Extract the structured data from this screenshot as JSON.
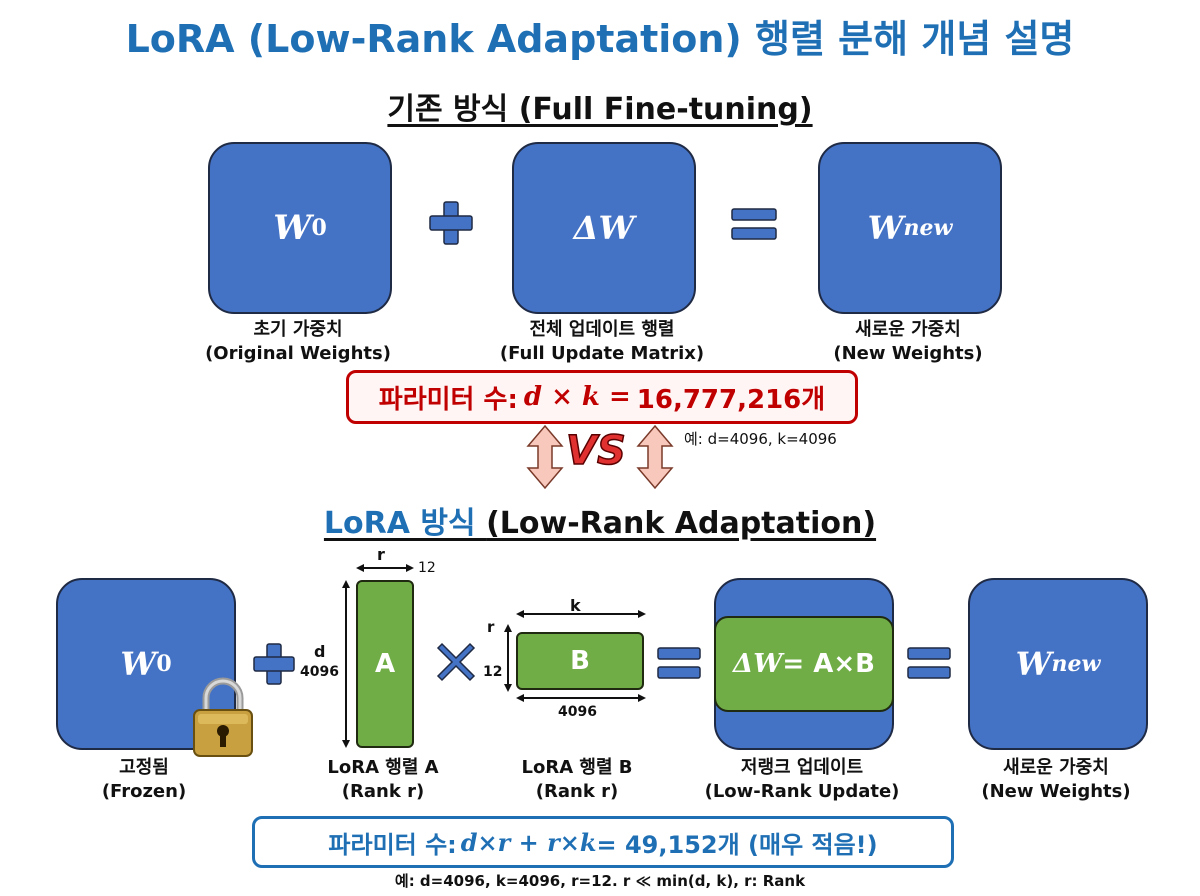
{
  "title": "LoRA (Low-Rank Adaptation) 행렬 분해 개념 설명",
  "full": {
    "title": "기존 방식 (Full Fine-tuning)",
    "w0": {
      "sym": "W",
      "sub": "0",
      "label_ko": "초기 가중치",
      "label_en": "(Original Weights)"
    },
    "dw": {
      "sym": "ΔW",
      "label_ko": "전체 업데이트 행렬",
      "label_en": "(Full Update Matrix)"
    },
    "wnew": {
      "sym": "W",
      "sub": "new",
      "label_ko": "새로운 가중치",
      "label_en": "(New Weights)"
    },
    "param": {
      "prefix": "파라미터 수: ",
      "formula": "d × k = ",
      "value": "16,777,216개"
    },
    "example": "예: d=4096, k=4096"
  },
  "vs": "VS",
  "lora": {
    "title_blue": "LoRA 방식 ",
    "title_black": "(Low-Rank Adaptation)",
    "w0": {
      "sym": "W",
      "sub": "0",
      "label_ko": "고정됨",
      "label_en": "(Frozen)"
    },
    "a": {
      "name": "A",
      "label_ko": "LoRA 행렬 A",
      "label_en": "(Rank r)",
      "r": "r",
      "r_val": "12",
      "d": "d",
      "d_val": "4096"
    },
    "b": {
      "name": "B",
      "label_ko": "LoRA 행렬 B",
      "label_en": "(Rank r)",
      "k": "k",
      "k_val": "4096",
      "r": "r",
      "r_val": "12"
    },
    "update": {
      "sym": "ΔW",
      "rest": " = A×B",
      "label_ko": "저랭크 업데이트",
      "label_en": "(Low-Rank Update)"
    },
    "wnew": {
      "sym": "W",
      "sub": "new",
      "label_ko": "새로운 가중치",
      "label_en": "(New Weights)"
    },
    "param": {
      "prefix": "파라미터 수: ",
      "formula": "d×r + r×k",
      "value": " = 49,152개 (매우 적음!)"
    },
    "example": "예: d=4096, k=4096, r=12. r ≪ min(d, k), r: Rank"
  },
  "colors": {
    "blue_box": "#4472c4",
    "green": "#70ad47",
    "title_blue": "#1f6fb5",
    "red": "#c00000",
    "vs_red": "#e03030"
  }
}
